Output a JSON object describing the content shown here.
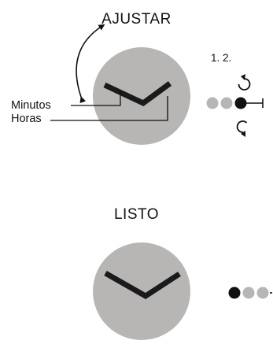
{
  "sections": {
    "adjust": {
      "title": "AJUSTAR",
      "steps_label": "1. 2.",
      "minutes_label": "Minutos",
      "hours_label": "Horas",
      "crown_position": "pulled out (position 2)"
    },
    "ready": {
      "title": "LISTO",
      "crown_position": "pushed in (position 0)"
    }
  },
  "icons": {
    "rotate_cw": "rotate-clockwise-icon",
    "rotate_ccw": "rotate-counterclockwise-icon",
    "double_arrow": "double-headed-curved-arrow-icon"
  },
  "colors": {
    "dial": "#b8b6b5",
    "hands": "#1a1a1a",
    "dot_inactive": "#b8b6b5",
    "dot_active": "#111111"
  }
}
